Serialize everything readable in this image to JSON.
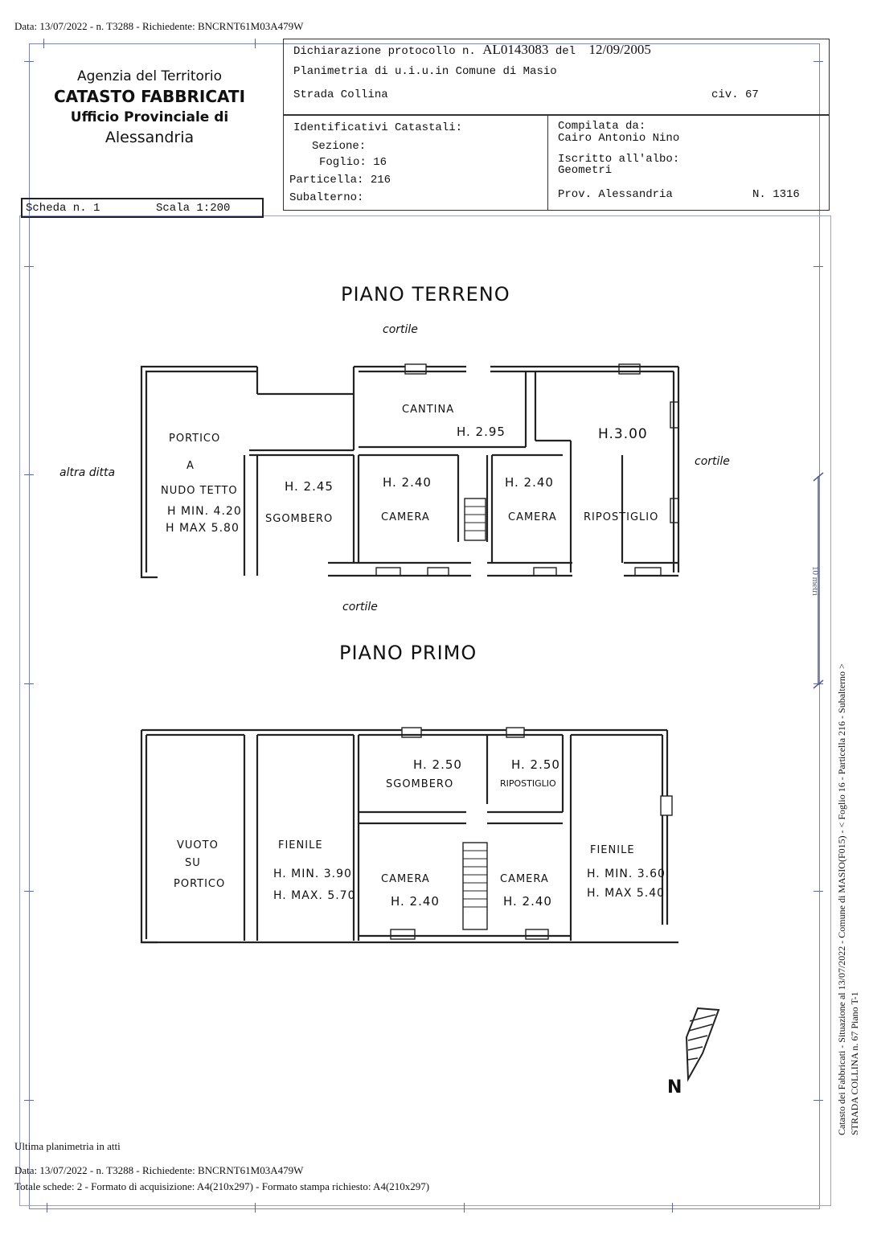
{
  "top_line": "Data: 13/07/2022 - n. T3288 - Richiedente: BNCRNT61M03A479W",
  "agency": {
    "line1": "Agenzia del Territorio",
    "line2": "CATASTO FABBRICATI",
    "line3": "Ufficio Provinciale di",
    "line4": "Alessandria"
  },
  "scheda": {
    "label": "Scheda n. 1",
    "scala": "Scala 1:200"
  },
  "header": {
    "dichiarazione_label": "Dichiarazione protocollo n.",
    "protocollo": "AL0143083",
    "del_label": "del",
    "date": "12/09/2005",
    "planimetria": "Planimetria di u.i.u.in Comune di Masio",
    "strada": "Strada Collina",
    "civ": "civ. 67"
  },
  "identificativi": {
    "title": "Identificativi Catastali:",
    "sezione": "Sezione:",
    "foglio": "Foglio: 16",
    "particella": "Particella: 216",
    "subalterno": "Subalterno:"
  },
  "compilata": {
    "label": "Compilata da:",
    "name": "Cairo Antonio Nino",
    "iscritto": "Iscritto all'albo:",
    "albo": "Geometri",
    "prov": "Prov. Alessandria",
    "n": "N. 1316"
  },
  "plan": {
    "piano_terreno": "PIANO TERRENO",
    "piano_primo": "PIANO PRIMO",
    "cortile": "cortile",
    "altra_ditta": "altra ditta",
    "ground_rooms": {
      "cantina": "CANTINA",
      "cantina_h": "H. 2.95",
      "h300": "H.3.00",
      "portico": "PORTICO",
      "a": "A",
      "nudo_tetto": "NUDO TETTO",
      "hmin": "H MIN. 4.20",
      "hmax": "H MAX 5.80",
      "h245": "H. 2.45",
      "sgombero": "SGOMBERO",
      "h240a": "H. 2.40",
      "camera1": "CAMERA",
      "h240b": "H. 2.40",
      "camera2": "CAMERA",
      "ripostiglio": "RIPOSTIGLIO"
    },
    "first_rooms": {
      "h250a": "H. 2.50",
      "sgombero": "SGOMBERO",
      "h250b": "H. 2.50",
      "ripostiglio": "RIPOSTIGLIO",
      "vuoto": "VUOTO",
      "su": "SU",
      "portico": "PORTICO",
      "fienile1": "FIENILE",
      "hmin1": "H. MIN. 3.90",
      "hmax1": "H. MAX. 5.70",
      "camera1": "CAMERA",
      "h240a": "H. 2.40",
      "camera2": "CAMERA",
      "h240b": "H. 2.40",
      "fienile2": "FIENILE",
      "hmin2": "H. MIN. 3.60",
      "hmax2": "H. MAX 5.40"
    },
    "north": "N"
  },
  "scale_bar": "10 metri",
  "side_text_1": "Catasto dei Fabbricati - Situazione al 13/07/2022 - Comune di MASIO(F015) - < Foglio 16 - Particella 216 - Subalterno >",
  "side_text_2": "STRADA COLLINA n. 67 Piano T-1",
  "footer": {
    "ultima": "Ultima planimetria in atti",
    "data": "Data: 13/07/2022 - n. T3288 - Richiedente: BNCRNT61M03A479W",
    "totale": "Totale schede: 2 - Formato di acquisizione: A4(210x297)  - Formato stampa richiesto: A4(210x297)"
  }
}
